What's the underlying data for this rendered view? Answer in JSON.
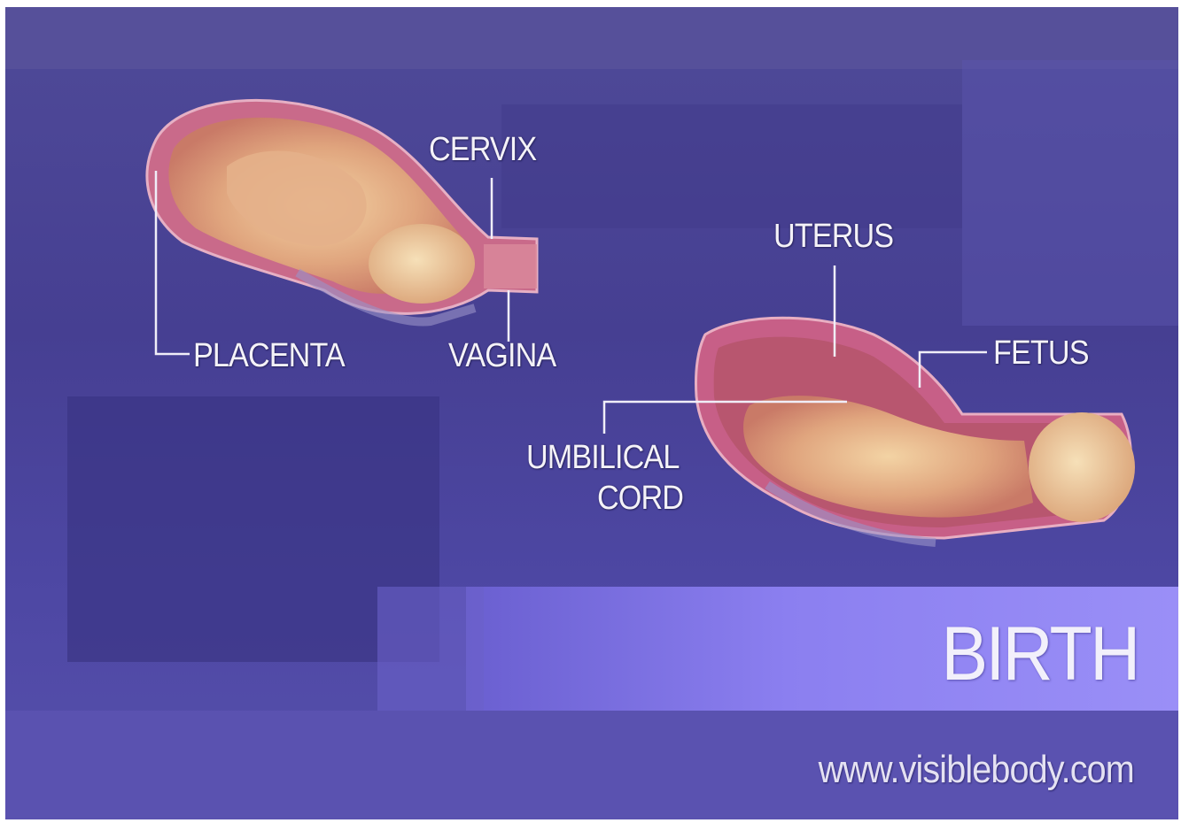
{
  "labels": {
    "cervix": "CERVIX",
    "placenta": "PLACENTA",
    "vagina": "VAGINA",
    "uterus": "UTERUS",
    "fetus": "FETUS",
    "umbilical_line1": "UMBILICAL",
    "umbilical_line2": "CORD"
  },
  "title": "BIRTH",
  "url": "www.visiblebody.com",
  "colors": {
    "background": "#4a4496",
    "banner": "#8a7ef0",
    "label_text": "#f4f2f8",
    "tissue": "#d98a7a",
    "uterus_wall": "#c96a8a"
  }
}
